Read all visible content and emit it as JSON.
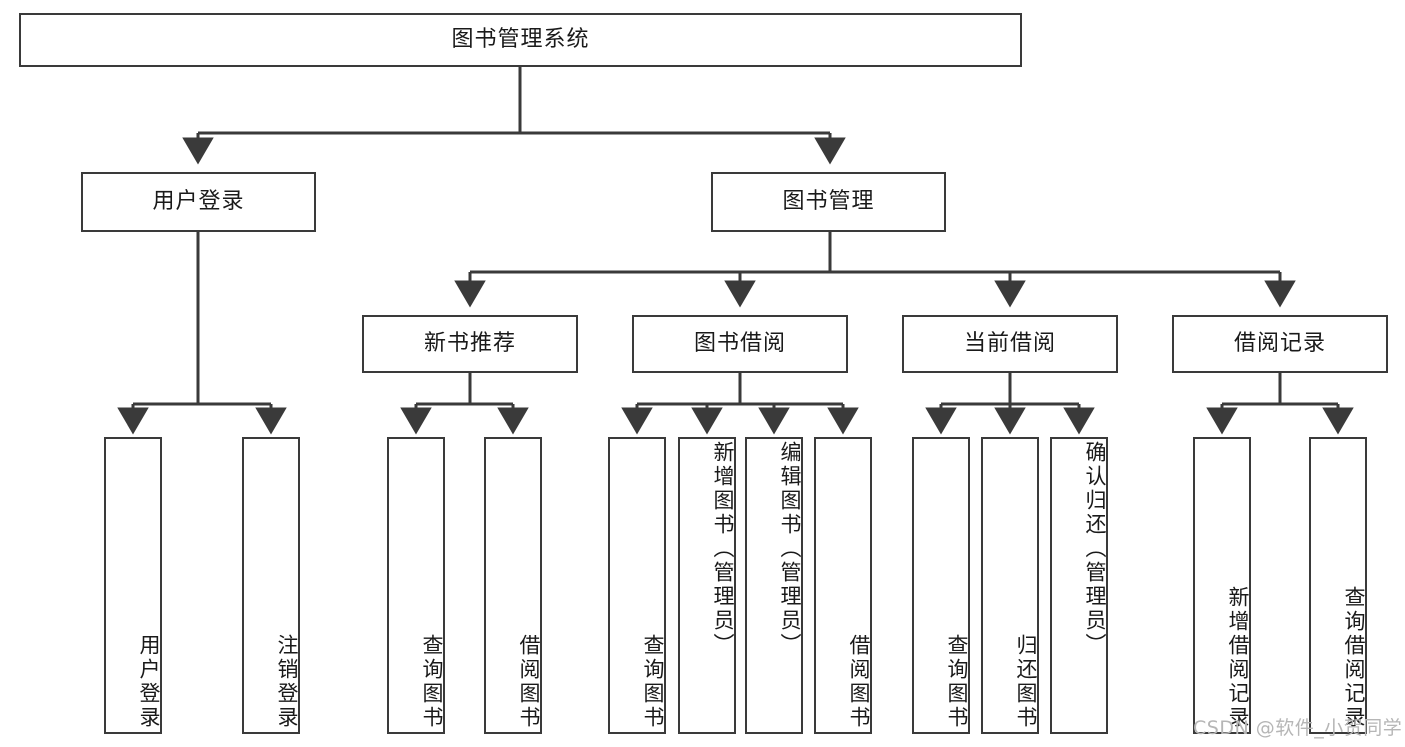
{
  "diagram": {
    "title": "图书管理系统",
    "type": "hierarchy-tree",
    "levels": [
      {
        "level": 1,
        "nodes": [
          {
            "id": "root",
            "label": "图书管理系统",
            "orientation": "horizontal"
          }
        ]
      },
      {
        "level": 2,
        "nodes": [
          {
            "id": "login",
            "label": "用户登录",
            "orientation": "horizontal"
          },
          {
            "id": "bookmgmt",
            "label": "图书管理",
            "orientation": "horizontal"
          }
        ]
      },
      {
        "level": 3,
        "nodes": [
          {
            "id": "newbook",
            "label": "新书推荐",
            "orientation": "horizontal"
          },
          {
            "id": "borrow",
            "label": "图书借阅",
            "orientation": "horizontal"
          },
          {
            "id": "current",
            "label": "当前借阅",
            "orientation": "horizontal"
          },
          {
            "id": "record",
            "label": "借阅记录",
            "orientation": "horizontal"
          }
        ]
      },
      {
        "level": 4,
        "nodes": [
          {
            "id": "leaf-user-login",
            "label": "用户登录",
            "orientation": "vertical",
            "parent": "login"
          },
          {
            "id": "leaf-user-logout",
            "label": "注销登录",
            "orientation": "vertical",
            "parent": "login"
          },
          {
            "id": "leaf-query-book-1",
            "label": "查询图书",
            "orientation": "vertical",
            "parent": "newbook"
          },
          {
            "id": "leaf-borrow-book-1",
            "label": "借阅图书",
            "orientation": "vertical",
            "parent": "newbook"
          },
          {
            "id": "leaf-query-book-2",
            "label": "查询图书",
            "orientation": "vertical",
            "parent": "borrow"
          },
          {
            "id": "leaf-add-book",
            "label": "新增图书（管理员）",
            "orientation": "vertical",
            "parent": "borrow"
          },
          {
            "id": "leaf-edit-book",
            "label": "编辑图书（管理员）",
            "orientation": "vertical",
            "parent": "borrow"
          },
          {
            "id": "leaf-borrow-book-2",
            "label": "借阅图书",
            "orientation": "vertical",
            "parent": "borrow"
          },
          {
            "id": "leaf-query-book-3",
            "label": "查询图书",
            "orientation": "vertical",
            "parent": "current"
          },
          {
            "id": "leaf-return-book",
            "label": "归还图书",
            "orientation": "vertical",
            "parent": "current"
          },
          {
            "id": "leaf-confirm-return",
            "label": "确认归还（管理员）",
            "orientation": "vertical",
            "parent": "current"
          },
          {
            "id": "leaf-add-record",
            "label": "新增借阅记录",
            "orientation": "vertical",
            "parent": "record"
          },
          {
            "id": "leaf-query-record",
            "label": "查询借阅记录",
            "orientation": "vertical",
            "parent": "record"
          }
        ]
      }
    ],
    "colors": {
      "stroke": "#3a3a3a",
      "fill": "#ffffff",
      "text": "#1a1a1a",
      "watermark": "#b6b6b6"
    }
  },
  "watermark": {
    "text": "CSDN @软件_小贺同学"
  }
}
